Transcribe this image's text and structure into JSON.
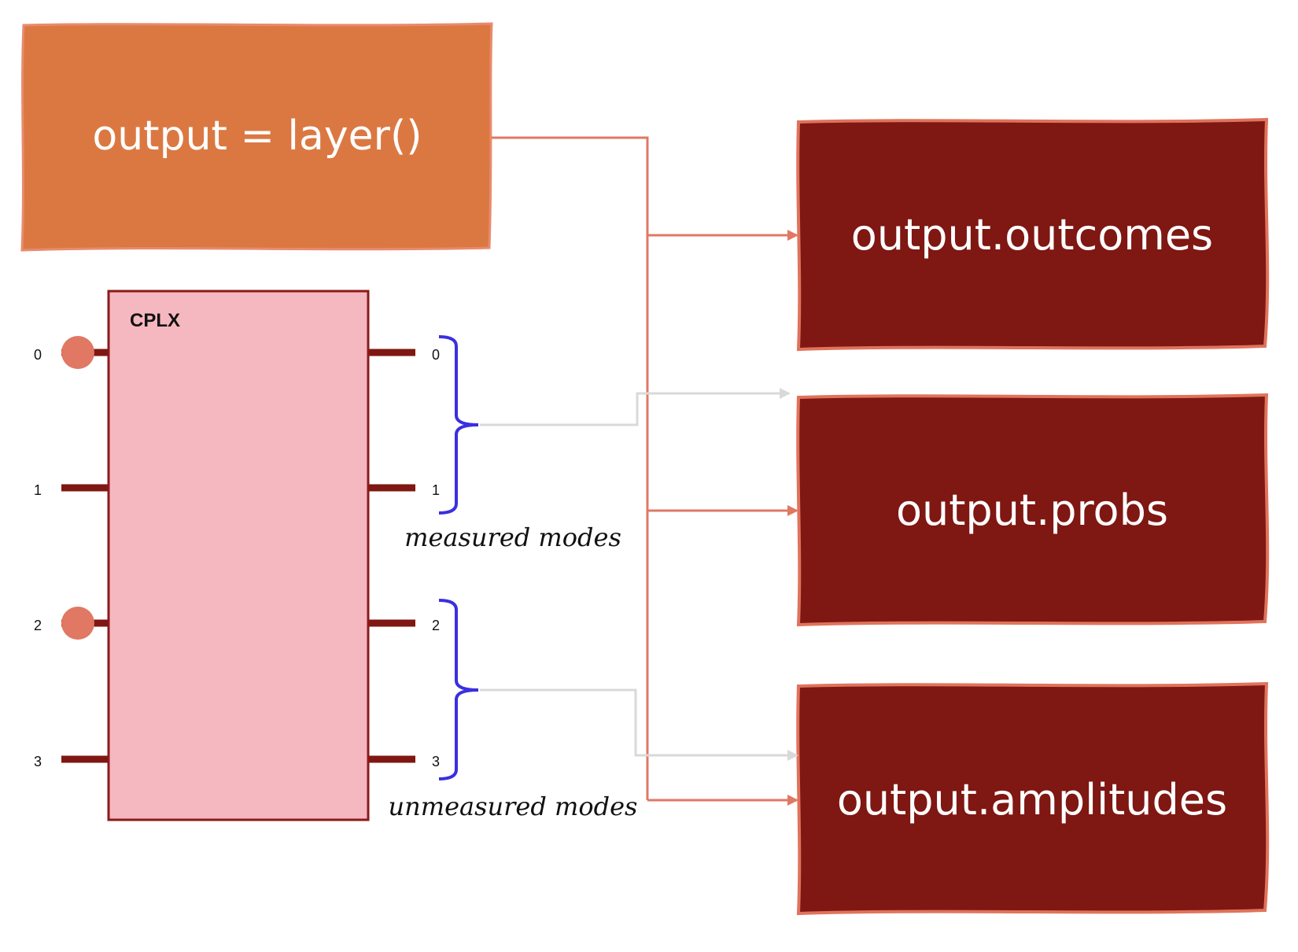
{
  "colors": {
    "source_fill": "#DB7842",
    "source_stroke": "#E88B6E",
    "output_fill": "#7F1712",
    "output_stroke": "#E0735C",
    "wire": "#7F1712",
    "photon": "#E07864",
    "component_fill": "#F5B8C0",
    "component_stroke": "#8B1A1A",
    "brace": "#3B2FE0",
    "active_arrow": "#E07864",
    "inactive_arrow": "#D9D9D9"
  },
  "source_box": {
    "label": "output = layer()"
  },
  "outputs": [
    {
      "label": "output.outcomes"
    },
    {
      "label": "output.probs"
    },
    {
      "label": "output.amplitudes"
    }
  ],
  "component": {
    "title": "CPLX"
  },
  "input_modes": [
    "0",
    "1",
    "2",
    "3"
  ],
  "output_modes": [
    "0",
    "1",
    "2",
    "3"
  ],
  "photons_on_modes": [
    "0",
    "2"
  ],
  "groups": {
    "measured": {
      "caption": "measured modes"
    },
    "unmeasured": {
      "caption": "unmeasured modes"
    }
  }
}
